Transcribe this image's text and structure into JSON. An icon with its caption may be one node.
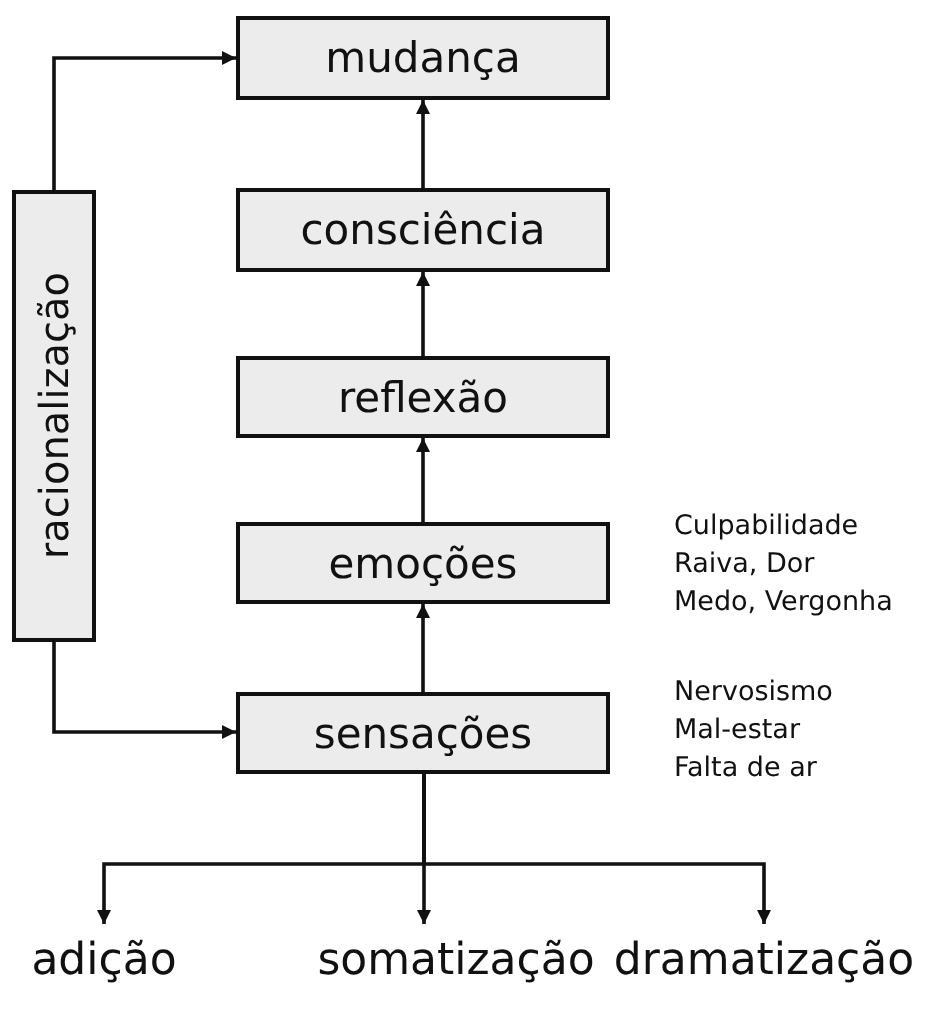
{
  "diagram": {
    "nodes": [
      {
        "text": [
          "mudança"
        ]
      },
      {
        "text": [
          "consciência"
        ]
      },
      {
        "text": [
          "reflexão"
        ]
      },
      {
        "text": [
          "emoções"
        ],
        "beside": [
          "Culpabilidade",
          "Raiva, Dor",
          "Medo, Vergonha"
        ]
      },
      {
        "text": [
          "sensações"
        ],
        "beside": [
          "Nervosismo",
          "Mal-estar",
          "Falta de ar"
        ]
      },
      {
        "text": [
          "racionalização"
        ]
      },
      {
        "text": [
          "adição"
        ]
      },
      {
        "text": [
          "somatização"
        ]
      },
      {
        "text": [
          "dramatização"
        ]
      }
    ],
    "edges": [
      {
        "from": 4,
        "to": 3,
        "arrow": "to"
      },
      {
        "from": 3,
        "to": 2,
        "arrow": "to"
      },
      {
        "from": 2,
        "to": 1,
        "arrow": "to"
      },
      {
        "from": 1,
        "to": 0,
        "arrow": "to"
      },
      {
        "from": 5,
        "to": 0,
        "arrow": "to"
      },
      {
        "from": 5,
        "to": 4,
        "arrow": "to"
      },
      {
        "from": 4,
        "to": 6,
        "arrow": "to"
      },
      {
        "from": 4,
        "to": 7,
        "arrow": "to"
      },
      {
        "from": 4,
        "to": 8,
        "arrow": "to"
      }
    ]
  }
}
